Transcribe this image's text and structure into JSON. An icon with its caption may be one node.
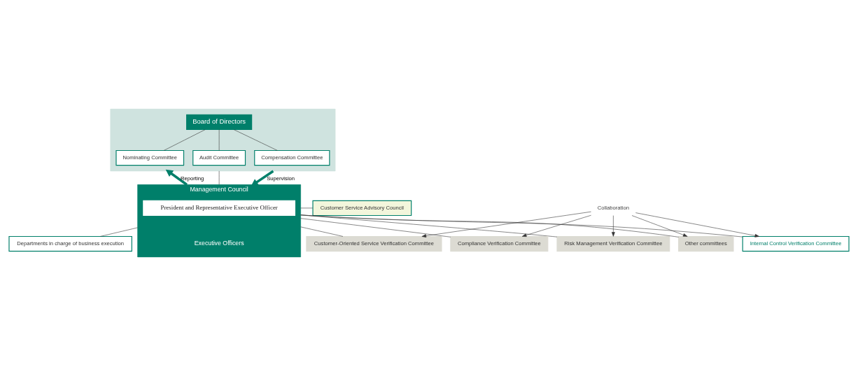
{
  "diagram": {
    "nodes": [
      {
        "text": [],
        "shape": "box"
      },
      {
        "text": [
          "Board of Directors"
        ],
        "in": 0
      },
      {
        "text": [
          "Nominating Committee"
        ],
        "in": 0
      },
      {
        "text": [
          "Audit Committee"
        ],
        "in": 0
      },
      {
        "text": [
          "Compensation Committee"
        ],
        "in": 0
      },
      {
        "text": [
          "Customer Service Advisory Council"
        ]
      },
      {
        "text": [
          "Management Council",
          "Executive Officers"
        ]
      },
      {
        "text": [
          "President and Representative Executive Officer"
        ],
        "in": 6
      },
      {
        "text": [
          "Departments in charge of business execution"
        ]
      },
      {
        "text": [
          "Internal Control Verification Committee"
        ]
      },
      {
        "text": [
          "Risk Management Verification Committee"
        ]
      },
      {
        "text": [
          "Compliance Verification Committee"
        ]
      },
      {
        "text": [
          "Customer-Oriented Service Verification Committee"
        ]
      },
      {
        "text": [
          "Other committees"
        ]
      },
      {
        "text": [
          "Collaboration"
        ]
      }
    ],
    "edges": [
      {
        "from": 1,
        "to": 2,
        "arrow": "none"
      },
      {
        "from": 1,
        "to": 3,
        "arrow": "none"
      },
      {
        "from": 1,
        "to": 4,
        "arrow": "none"
      },
      {
        "from": 6,
        "to": 0,
        "arrow": "to",
        "label": "Reporting",
        "style": "thick",
        "color": "#007f6a"
      },
      {
        "from": 0,
        "to": 6,
        "arrow": "none"
      },
      {
        "from": 0,
        "to": 6,
        "arrow": "to",
        "label": "Supervision",
        "style": "thick",
        "color": "#007f6a"
      },
      {
        "from": 5,
        "to": 6,
        "arrow": "none"
      },
      {
        "from": 6,
        "to": 8,
        "arrow": "none"
      },
      {
        "from": 6,
        "to": 9,
        "arrow": "none"
      },
      {
        "from": 6,
        "to": 10,
        "arrow": "none"
      },
      {
        "from": 6,
        "to": 11,
        "arrow": "none"
      },
      {
        "from": 6,
        "to": 12,
        "arrow": "none"
      },
      {
        "from": 6,
        "to": 13,
        "arrow": "none"
      },
      {
        "from": 14,
        "to": 9,
        "arrow": "to"
      },
      {
        "from": 14,
        "to": 10,
        "arrow": "to"
      },
      {
        "from": 14,
        "to": 11,
        "arrow": "to"
      },
      {
        "from": 14,
        "to": 12,
        "arrow": "to"
      },
      {
        "from": 14,
        "to": 13,
        "arrow": "to"
      }
    ]
  }
}
